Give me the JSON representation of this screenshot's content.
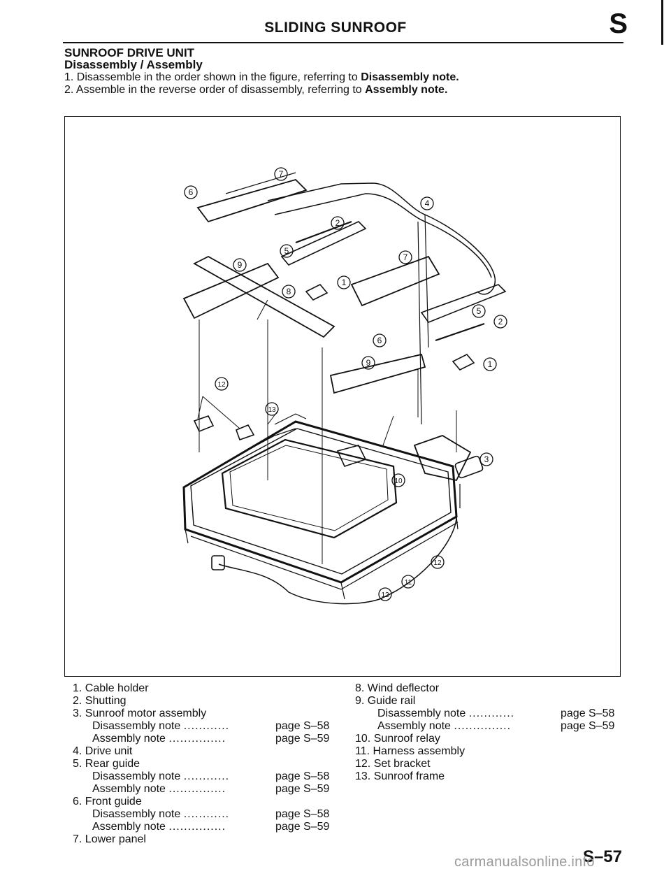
{
  "header": {
    "title": "SLIDING SUNROOF",
    "section_letter": "S"
  },
  "section": {
    "title": "SUNROOF DRIVE UNIT",
    "subtitle": "Disassembly / Assembly",
    "instructions": [
      {
        "text": "1. Disassemble in the order shown in the figure, referring to ",
        "emphasis": "Disassembly note."
      },
      {
        "text": "2. Assemble in the reverse order of disassembly, referring to ",
        "emphasis": "Assembly note."
      }
    ]
  },
  "figure": {
    "callouts": [
      "1",
      "2",
      "3",
      "4",
      "5",
      "6",
      "7",
      "8",
      "9",
      "10",
      "11",
      "12",
      "13"
    ]
  },
  "parts_left": [
    {
      "label": "1. Cable holder"
    },
    {
      "label": "2. Shutting"
    },
    {
      "label": "3. Sunroof motor assembly",
      "notes": [
        {
          "label": "Disassembly note",
          "dots": "............",
          "page": "page S–58"
        },
        {
          "label": "Assembly note",
          "dots": "...............",
          "page": "page S–59"
        }
      ]
    },
    {
      "label": "4. Drive unit"
    },
    {
      "label": "5. Rear guide",
      "notes": [
        {
          "label": "Disassembly note",
          "dots": "............",
          "page": "page S–58"
        },
        {
          "label": "Assembly note",
          "dots": "...............",
          "page": "page S–59"
        }
      ]
    },
    {
      "label": "6. Front guide",
      "notes": [
        {
          "label": "Disassembly note",
          "dots": "............",
          "page": "page S–58"
        },
        {
          "label": "Assembly note",
          "dots": "...............",
          "page": "page S–59"
        }
      ]
    },
    {
      "label": "7. Lower panel"
    }
  ],
  "parts_right": [
    {
      "label": "8. Wind deflector"
    },
    {
      "label": "9. Guide rail",
      "notes": [
        {
          "label": "Disassembly note",
          "dots": "............",
          "page": "page S–58"
        },
        {
          "label": "Assembly note",
          "dots": "...............",
          "page": "page S–59"
        }
      ]
    },
    {
      "label": "10. Sunroof relay"
    },
    {
      "label": "11. Harness assembly"
    },
    {
      "label": "12. Set bracket"
    },
    {
      "label": "13. Sunroof frame"
    }
  ],
  "footer": {
    "page_number": "S–57",
    "watermark": "carmanualsonline.info"
  }
}
